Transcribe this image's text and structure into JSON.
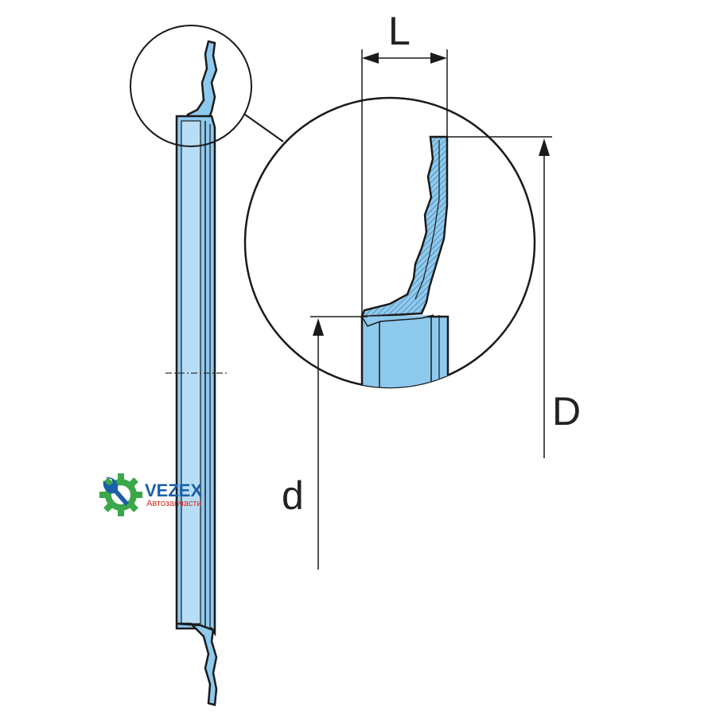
{
  "diagram": {
    "dimension_labels": {
      "length": "L",
      "outer_diameter": "D",
      "inner_diameter": "d"
    },
    "colors": {
      "part_fill": "#8ec9ee",
      "part_fill_light": "#b8def5",
      "outline": "#1a1a1a",
      "hatch": "#2b5a7a"
    }
  },
  "watermark": {
    "brand": "VEZEX",
    "tagline": "Автозапчасти",
    "icon": "gear-wrench-icon",
    "colors": {
      "gear": "#3aa84a",
      "text": "#1b5fa8",
      "tagline": "#d62c1f"
    }
  }
}
